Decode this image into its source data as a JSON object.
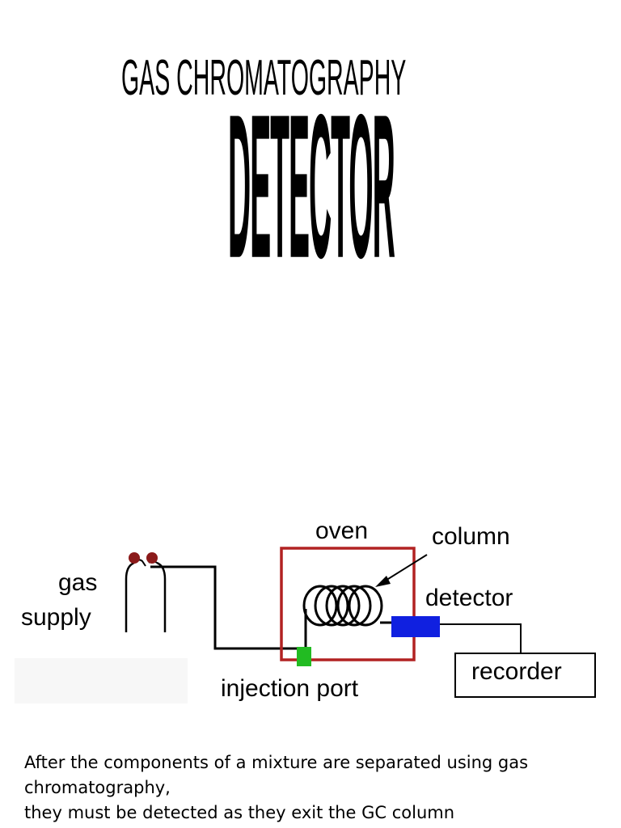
{
  "title": {
    "line1": "GAS CHROMATOGRAPHY",
    "line2": "DETECTOR"
  },
  "diagram": {
    "labels": {
      "oven": "oven",
      "column": "column",
      "gas": "gas",
      "supply": "supply",
      "detector": "detector",
      "recorder": "recorder",
      "injection_port": "injection port"
    },
    "colors": {
      "oven_box": "#b22222",
      "injection_port": "#22bb22",
      "detector": "#1020e0",
      "gas_valves": "#8b1a1a",
      "lines": "#000000"
    }
  },
  "caption": {
    "line1": "After the components of a mixture are separated using gas",
    "line2": "chromatography,",
    "line3": "they must be detected as they exit the GC column"
  }
}
